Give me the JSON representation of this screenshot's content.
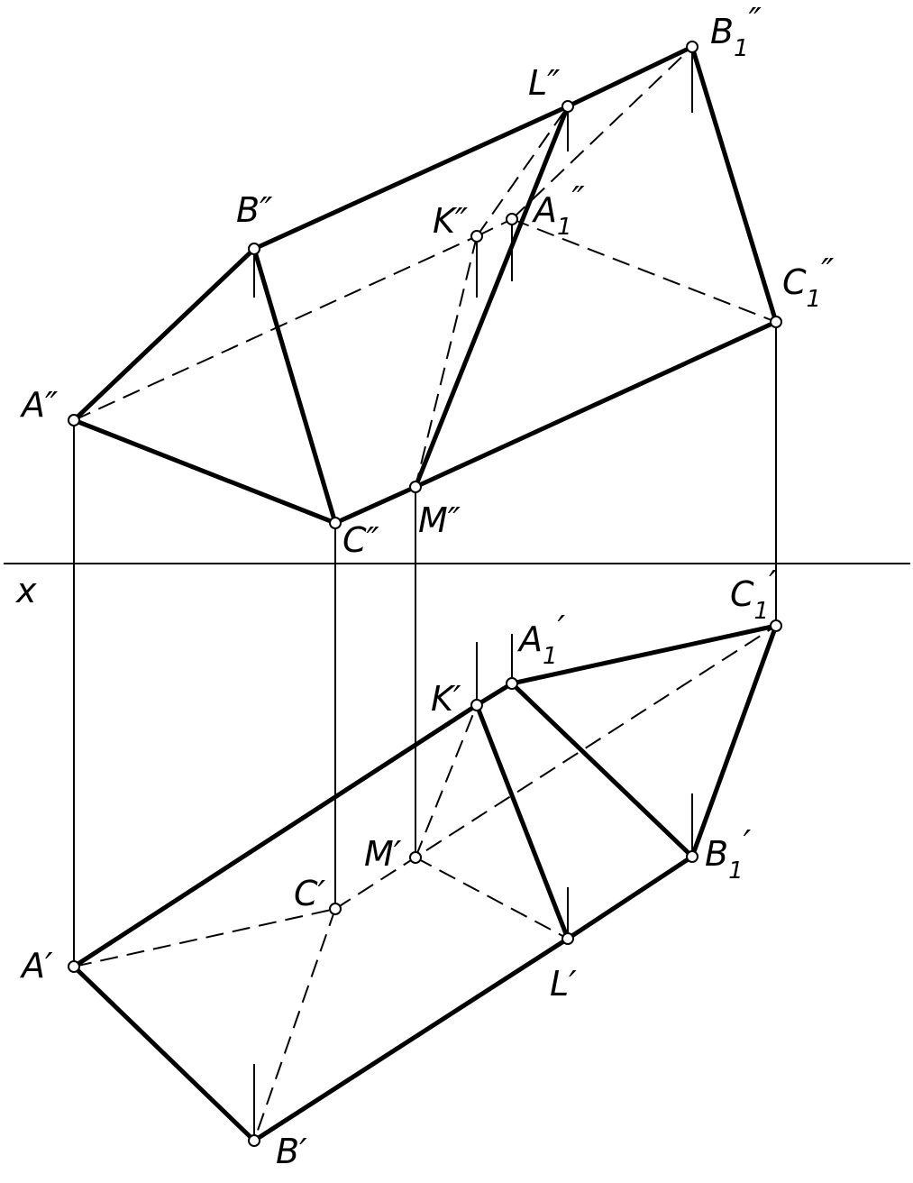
{
  "axis_label": "x",
  "labels": {
    "B1_top": "B",
    "L_top": "L″",
    "B_top": "B″",
    "K_top": "K″",
    "A1_top": "A",
    "C1_top": "C",
    "A_top": "A″",
    "C_top": "C″",
    "M_top": "M″",
    "C1_bot": "C",
    "A1_bot": "A",
    "K_bot": "K′",
    "M_bot": "M′",
    "B1_bot": "B",
    "C_bot": "C′",
    "A_bot": "A′",
    "L_bot": "L′",
    "B_bot": "B′"
  },
  "subscripts": {
    "one": "1",
    "double_prime": "″",
    "prime": "′"
  }
}
